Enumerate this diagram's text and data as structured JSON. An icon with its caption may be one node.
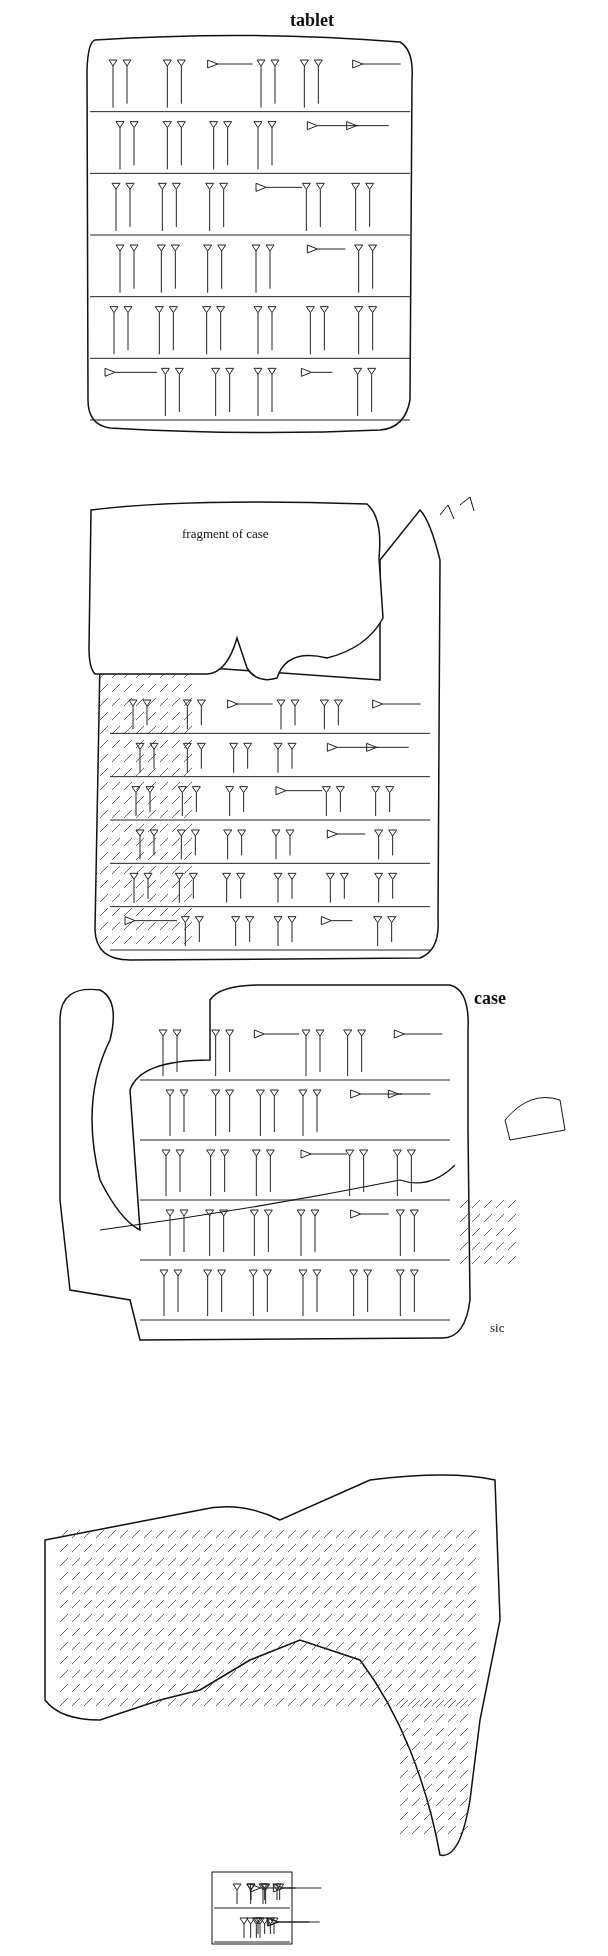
{
  "diagram": {
    "nodes": [
      {
        "text": [
          "fragment of case"
        ]
      }
    ],
    "labels": [
      "tablet",
      "case",
      "sic"
    ]
  }
}
